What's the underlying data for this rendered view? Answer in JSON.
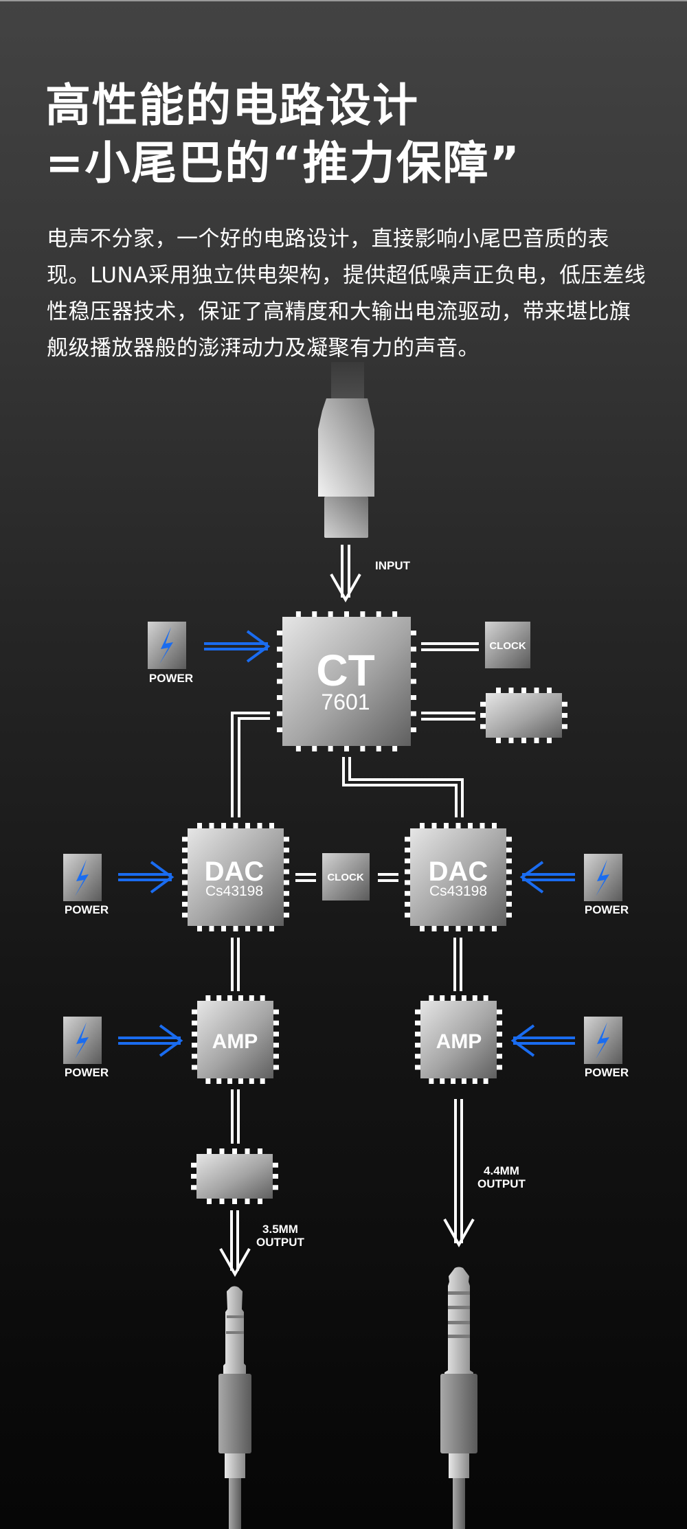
{
  "header": {
    "title_line1": "高性能的电路设计",
    "title_line2": "=小尾巴的“推力保障”"
  },
  "description": "电声不分家，一个好的电路设计，直接影响小尾巴音质的表现。LUNA采用独立供电架构，提供超低噪声正负电，低压差线性稳压器技术，保证了高精度和大输出电流驱动，带来堪比旗舰级播放器般的澎湃动力及凝聚有力的声音。",
  "diagram": {
    "input_label": "INPUT",
    "main_chip": {
      "name": "CT",
      "model": "7601"
    },
    "clock_label": "CLOCK",
    "dac_left": {
      "name": "DAC",
      "model": "Cs43198"
    },
    "dac_right": {
      "name": "DAC",
      "model": "Cs43198"
    },
    "dac_clock_label": "CLOCK",
    "amp_left": "AMP",
    "amp_right": "AMP",
    "power_label": "POWER",
    "output_left": {
      "line1": "3.5MM",
      "line2": "OUTPUT"
    },
    "output_right": {
      "line1": "4.4MM",
      "line2": "OUTPUT"
    }
  },
  "colors": {
    "accent_blue": "#1a6cf0",
    "line_white": "#ffffff"
  }
}
